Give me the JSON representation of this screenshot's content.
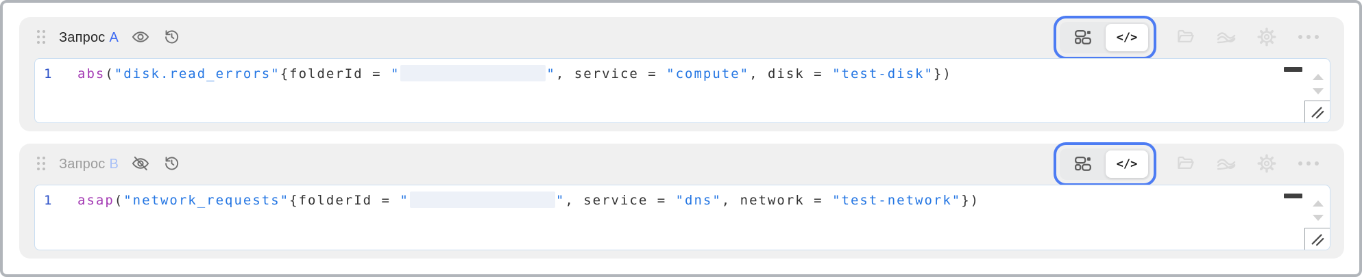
{
  "panels": [
    {
      "title": "Запрос",
      "letter": "A",
      "visibility": "visible",
      "toolbar": {
        "view_toggle": {
          "selected": "code",
          "code_label": "</>",
          "annotated": true
        },
        "actions": [
          "open-folder",
          "chart-waves",
          "settings",
          "more"
        ]
      },
      "editor": {
        "line_number": "1",
        "tokens": [
          {
            "kind": "fn",
            "text": "abs"
          },
          {
            "kind": "punct",
            "text": "("
          },
          {
            "kind": "string",
            "text": "\"disk.read_errors\""
          },
          {
            "kind": "punct",
            "text": "{folderId = "
          },
          {
            "kind": "string",
            "text": "\""
          },
          {
            "kind": "redacted",
            "text": ""
          },
          {
            "kind": "string",
            "text": "\""
          },
          {
            "kind": "punct",
            "text": ", service = "
          },
          {
            "kind": "string",
            "text": "\"compute\""
          },
          {
            "kind": "punct",
            "text": ", disk = "
          },
          {
            "kind": "string",
            "text": "\"test-disk\""
          },
          {
            "kind": "punct",
            "text": "})"
          }
        ]
      }
    },
    {
      "title": "Запрос",
      "letter": "B",
      "visibility": "hidden",
      "toolbar": {
        "view_toggle": {
          "selected": "code",
          "code_label": "</>",
          "annotated": true
        },
        "actions": [
          "open-folder",
          "chart-waves",
          "settings",
          "more"
        ]
      },
      "editor": {
        "line_number": "1",
        "tokens": [
          {
            "kind": "fn",
            "text": "asap"
          },
          {
            "kind": "punct",
            "text": "("
          },
          {
            "kind": "string",
            "text": "\"network_requests\""
          },
          {
            "kind": "punct",
            "text": "{folderId = "
          },
          {
            "kind": "string",
            "text": "\""
          },
          {
            "kind": "redacted",
            "text": ""
          },
          {
            "kind": "string",
            "text": "\""
          },
          {
            "kind": "punct",
            "text": ", service = "
          },
          {
            "kind": "string",
            "text": "\"dns\""
          },
          {
            "kind": "punct",
            "text": ", network = "
          },
          {
            "kind": "string",
            "text": "\"test-network\""
          },
          {
            "kind": "punct",
            "text": "})"
          }
        ]
      }
    }
  ],
  "colors": {
    "annotation_ring": "#4d7cf3",
    "letter_active": "#3d6af2",
    "letter_muted": "#a8c0f7",
    "title_muted": "#9b9b9b",
    "code_function": "#a43bb4",
    "code_string": "#2476e3",
    "code_text": "#333333",
    "line_number": "#2b50c8",
    "card_background": "#f0f0f0",
    "editor_border": "#cadef2",
    "redaction_fill": "#edf1f8"
  }
}
